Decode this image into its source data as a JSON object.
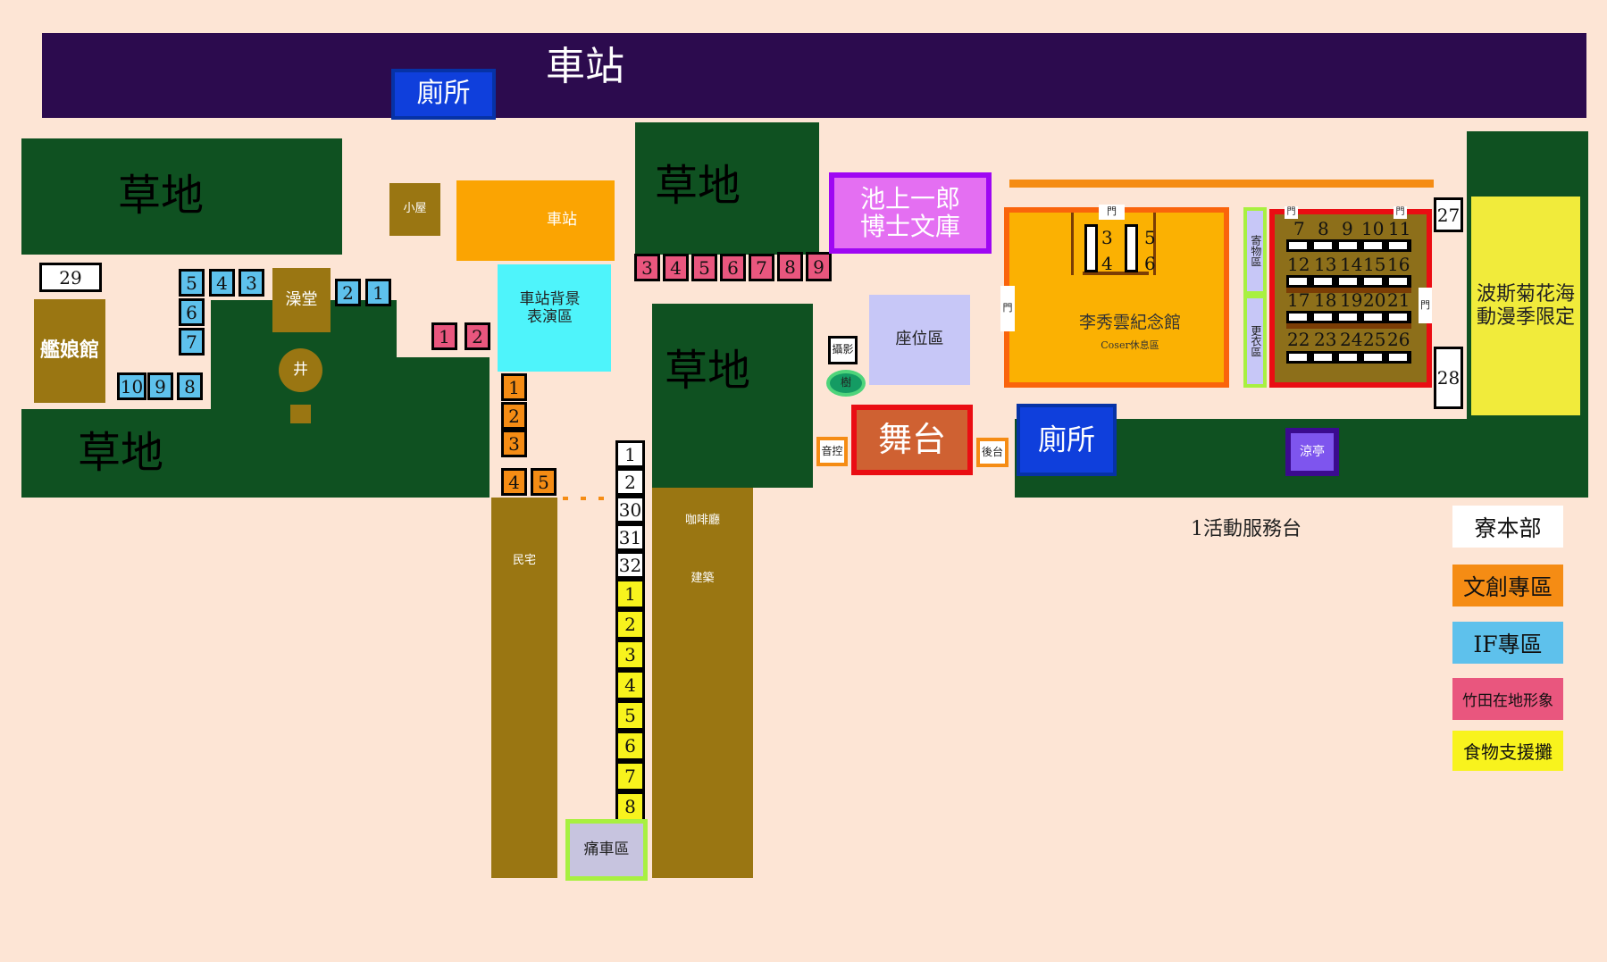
{
  "station_bar": {
    "label": "車站",
    "color": "#2c0b4e"
  },
  "toilet_top": {
    "label": "廁所"
  },
  "grass": {
    "a": "草地",
    "b": "草地",
    "c": "草地",
    "d": "草地"
  },
  "hut": {
    "label": "小屋"
  },
  "station_small": {
    "label": "車站"
  },
  "bathhouse": {
    "label": "澡堂"
  },
  "well": {
    "label": "井"
  },
  "kanmusu": {
    "label": "艦娘館"
  },
  "station_bg": {
    "label": "車站背景表演區"
  },
  "ikegami": {
    "label": "池上一郎\n博士文庫"
  },
  "seating": {
    "label": "座位區"
  },
  "photo": {
    "label": "攝影"
  },
  "tree": {
    "label": "樹"
  },
  "stage": {
    "label": "舞台"
  },
  "sound": {
    "label": "音控"
  },
  "backstage": {
    "label": "後台"
  },
  "toilet_right": {
    "label": "廁所"
  },
  "memorial": {
    "label": "李秀雲紀念館",
    "sub": "Coser休息區",
    "door_top": "門",
    "door_left": "門"
  },
  "cloak": {
    "label": "寄物區"
  },
  "change": {
    "label": "更衣區"
  },
  "hall": {
    "door_left": "門",
    "door_right": "門",
    "door_side": "門"
  },
  "persian": {
    "label": "波斯菊花海\n動漫季限定"
  },
  "pavilion": {
    "label": "涼亭"
  },
  "service": {
    "label": "1活動服務台"
  },
  "house": {
    "label": "民宅"
  },
  "cafe": {
    "label": "咖啡廳",
    "sub": "建築"
  },
  "itasha": {
    "label": "痛車區"
  },
  "booths": {
    "b29": "29",
    "blue": [
      "5",
      "4",
      "3",
      "6",
      "7",
      "10",
      "9",
      "8",
      "2",
      "1"
    ],
    "pink_top": [
      "3",
      "4",
      "5",
      "6",
      "7",
      "8",
      "9"
    ],
    "pink_left": [
      "1",
      "2"
    ],
    "orange": [
      "1",
      "2",
      "3",
      "4",
      "5"
    ],
    "white_col": [
      "1",
      "2",
      "30",
      "31",
      "32"
    ],
    "yellow_col": [
      "1",
      "2",
      "3",
      "4",
      "5",
      "6",
      "7",
      "8"
    ],
    "memorial": [
      "3",
      "4",
      "5",
      "6"
    ],
    "hall_rows": [
      [
        "7",
        "8",
        "9",
        "10",
        "11"
      ],
      [
        "12",
        "13",
        "14",
        "15",
        "16"
      ],
      [
        "17",
        "18",
        "19",
        "20",
        "21"
      ],
      [
        "22",
        "23",
        "24",
        "25",
        "26"
      ]
    ],
    "b27": "27",
    "b28": "28"
  },
  "legend": [
    {
      "label": "寮本部",
      "color": "#ffffff"
    },
    {
      "label": "文創專區",
      "color": "#f58c14"
    },
    {
      "label": "IF專區",
      "color": "#5ec1ec"
    },
    {
      "label": "竹田在地形象",
      "color": "#e9567e"
    },
    {
      "label": "食物支援攤",
      "color": "#f8f31d"
    }
  ]
}
